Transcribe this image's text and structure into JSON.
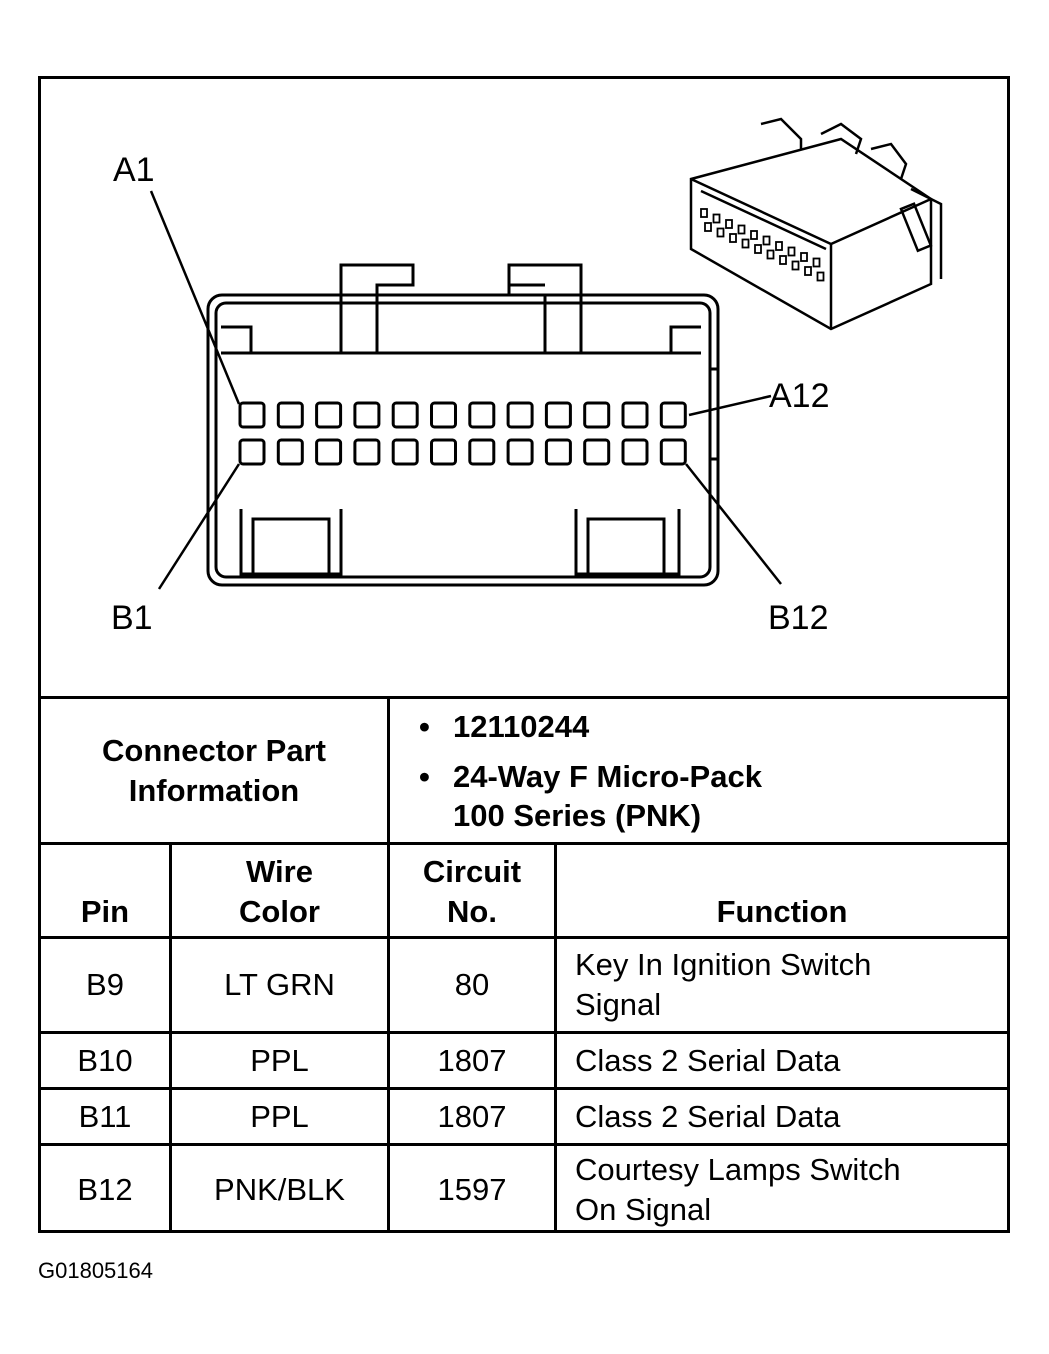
{
  "pin_labels": {
    "a1": "A1",
    "a12": "A12",
    "b1": "B1",
    "b12": "B12"
  },
  "connector_info": {
    "label_line1": "Connector Part",
    "label_line2": "Information",
    "part_number": "12110244",
    "description_line1": "24-Way F Micro-Pack",
    "description_line2": "100 Series (PNK)",
    "bullet": "•"
  },
  "table": {
    "headers": {
      "pin": "Pin",
      "wire_color_line1": "Wire",
      "wire_color_line2": "Color",
      "circuit_line1": "Circuit",
      "circuit_line2": "No.",
      "function": "Function"
    },
    "rows": [
      {
        "pin": "B9",
        "wire_color": "LT GRN",
        "circuit": "80",
        "function_line1": "Key In Ignition Switch",
        "function_line2": "Signal"
      },
      {
        "pin": "B10",
        "wire_color": "PPL",
        "circuit": "1807",
        "function_line1": "Class 2 Serial Data",
        "function_line2": ""
      },
      {
        "pin": "B11",
        "wire_color": "PPL",
        "circuit": "1807",
        "function_line1": "Class 2 Serial Data",
        "function_line2": ""
      },
      {
        "pin": "B12",
        "wire_color": "PNK/BLK",
        "circuit": "1597",
        "function_line1": "Courtesy Lamps Switch",
        "function_line2": "On Signal"
      }
    ]
  },
  "figure_id": "G01805164"
}
